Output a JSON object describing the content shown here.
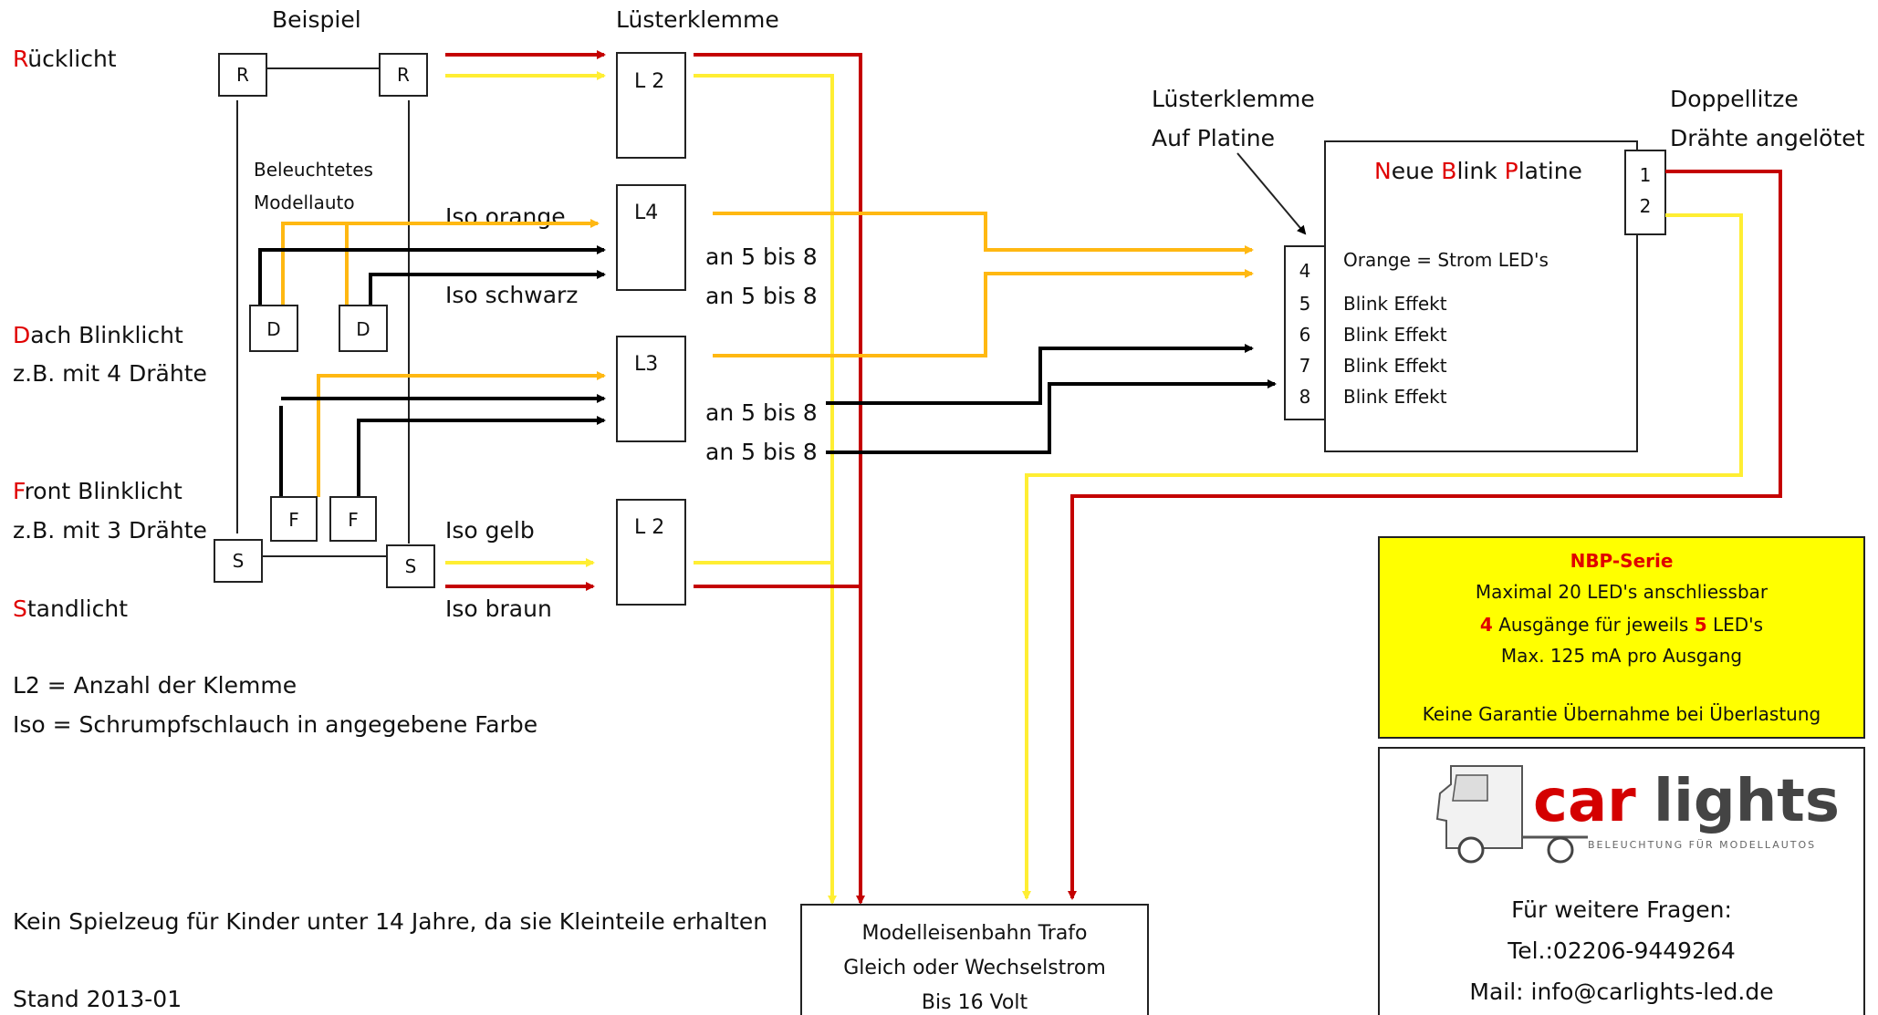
{
  "colors": {
    "red_wire": "#c40000",
    "yellow_wire": "#ffee33",
    "orange_wire": "#ffb812",
    "black_wire": "#000000",
    "highlight": "#e00000",
    "info_box_bg": "#ffff00"
  },
  "headers": {
    "example": "Beispiel",
    "terminal": "Lüsterklemme",
    "terminal_board_1": "Lüsterklemme",
    "terminal_board_2": "Auf Platine",
    "stranded_1": "Doppellitze",
    "stranded_2": "Drähte angelötet"
  },
  "lights": {
    "rear": {
      "initial": "R",
      "rest": "ücklicht"
    },
    "roof": {
      "initial": "D",
      "rest": "ach Blinklicht",
      "sub": "z.B. mit 4 Drähte"
    },
    "front": {
      "initial": "F",
      "rest": "ront Blinklicht",
      "sub": "z.B. mit 3 Drähte"
    },
    "parking": {
      "initial": "S",
      "rest": "tandlicht"
    }
  },
  "car": {
    "line1": "Beleuchtetes",
    "line2": "Modellauto"
  },
  "component_labels": {
    "R": "R",
    "D": "D",
    "F": "F",
    "S": "S"
  },
  "terminals": {
    "l2_top": "L 2",
    "l4": "L4",
    "l3": "L3",
    "l2_bottom": "L 2"
  },
  "wire_labels": {
    "iso_orange": "Iso orange",
    "iso_black": "Iso schwarz",
    "iso_yellow": "Iso gelb",
    "iso_brown": "Iso braun",
    "to_5_8": "an 5 bis 8"
  },
  "board": {
    "title": [
      {
        "hl": "N",
        "rest": "eue "
      },
      {
        "hl": "B",
        "rest": "link "
      },
      {
        "hl": "P",
        "rest": "latine"
      }
    ],
    "pins_left": [
      "4",
      "5",
      "6",
      "7",
      "8"
    ],
    "pin_labels": [
      "Orange = Strom LED's",
      "Blink Effekt",
      "Blink Effekt",
      "Blink Effekt",
      "Blink Effekt"
    ],
    "pins_right": [
      "1",
      "2"
    ]
  },
  "legend": {
    "l2": "L2 = Anzahl der Klemme",
    "iso": "Iso = Schrumpfschlauch in angegebene Farbe"
  },
  "warning": "Kein Spielzeug für Kinder unter 14 Jahre, da sie Kleinteile erhalten",
  "version": "Stand 2013-01",
  "trafo": {
    "line1": "Modelleisenbahn Trafo",
    "line2": "Gleich oder Wechselstrom",
    "line3": "Bis 16 Volt"
  },
  "info_box": {
    "series": "NBP-Serie",
    "max": "Maximal 20 LED's anschliessbar",
    "outputs_n": "4",
    "outputs_mid": " Ausgänge für jeweils ",
    "leds_n": "5",
    "outputs_end": " LED's",
    "current": "Max. 125 mA pro Ausgang",
    "guarantee": "Keine Garantie Übernahme bei Überlastung"
  },
  "contact": {
    "brand_car": "car",
    "brand_lights": "lights",
    "tagline": "BELEUCHTUNG FÜR MODELLAUTOS",
    "questions": "Für weitere Fragen:",
    "tel": "Tel.:02206-9449264",
    "mail": "Mail: info@carlights-led.de"
  }
}
